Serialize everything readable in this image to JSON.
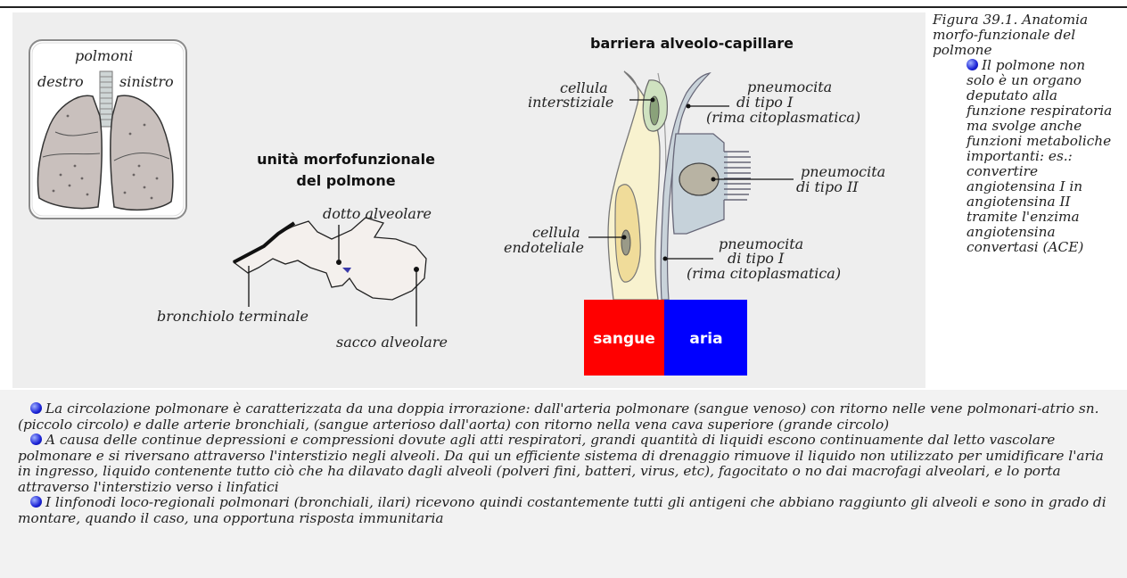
{
  "lungs_card": {
    "title": "polmoni",
    "right_label": "destro",
    "left_label": "sinistro"
  },
  "unit": {
    "title_line1": "unità morfofunzionale",
    "title_line2": "del polmone",
    "duct_label": "dotto alveolare",
    "bronchiole_label": "bronchiolo terminale",
    "sac_label": "sacco alveolare"
  },
  "barrier": {
    "title": "barriera alveolo-capillare",
    "interstitial_line1": "cellula",
    "interstitial_line2": "interstiziale",
    "pneumo1_top_line1": "pneumocita",
    "pneumo1_top_line2": "di tipo I",
    "pneumo1_top_line3": "(rima citoplasmatica)",
    "pneumo2_line1": "pneumocita",
    "pneumo2_line2": "di tipo II",
    "endothelial_line1": "cellula",
    "endothelial_line2": "endoteliale",
    "pneumo1_bottom_line1": "pneumocita",
    "pneumo1_bottom_line2": "di tipo I",
    "pneumo1_bottom_line3": "(rima citoplasmatica)",
    "blood_label": "sangue",
    "air_label": "aria",
    "colors": {
      "blood": "#ff0000",
      "air": "#0000ff"
    }
  },
  "caption": {
    "title": "Figura 39.1. Anatomia morfo-funzionale del polmone",
    "note": "Il polmone non solo è un organo deputato alla funzione respiratoria ma svolge anche funzioni metaboliche importanti: es.: convertire angiotensina I in angiotensina II tramite l'enzima angiotensina convertasi (ACE)"
  },
  "paragraphs": [
    "La circolazione polmonare è caratterizzata da una doppia irrorazione: dall'arteria polmonare (sangue venoso) con ritorno nelle vene polmonari-atrio sn. (piccolo circolo) e dalle arterie bronchiali, (sangue arterioso dall'aorta) con ritorno nella vena cava superiore (grande circolo)",
    "A causa delle continue depressioni e compressioni dovute agli atti respiratori, grandi quantità di liquidi escono continuamente dal letto vascolare polmonare e si riversano attraverso l'interstizio negli alveoli. Da qui un efficiente sistema di drenaggio rimuove il liquido non utilizzato per umidificare l'aria in ingresso, liquido contenente tutto ciò che ha dilavato dagli alveoli (polveri fini, batteri, virus, etc), fagocitato o no dai macrofagi alveolari, e lo porta attraverso l'interstizio verso i linfatici",
    "I linfonodi loco-regionali polmonari (bronchiali, ilari) ricevono quindi costantemente tutti gli antigeni che abbiano raggiunto gli alveoli e sono in grado di montare, quando il caso, una opportuna risposta immunitaria"
  ]
}
